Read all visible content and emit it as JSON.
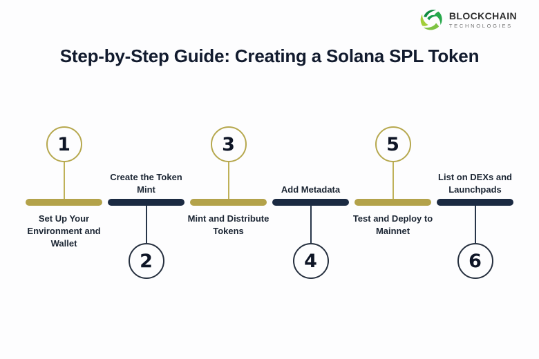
{
  "logo": {
    "name": "BLOCKCHAIN",
    "subname": "TECHNOLOGIES",
    "icon": "green-swirl-globe-icon",
    "icon_colors": [
      "#0e8c3f",
      "#27a84b",
      "#7dc242",
      "#a2ce39"
    ]
  },
  "title": "Step-by-Step Guide: Creating a Solana SPL Token",
  "colors": {
    "background": "#fdfdfe",
    "gold": "#b3a24a",
    "navy": "#1b2a42",
    "title_text": "#121b2e",
    "label_text": "#1b2533",
    "number_text": "#0e1526"
  },
  "steps": [
    {
      "number": "1",
      "label": "Set Up Your Environment and Wallet",
      "circle_position": "top",
      "color": "gold"
    },
    {
      "number": "2",
      "label": "Create the Token Mint",
      "circle_position": "bottom",
      "color": "navy"
    },
    {
      "number": "3",
      "label": "Mint and Distribute Tokens",
      "circle_position": "top",
      "color": "gold"
    },
    {
      "number": "4",
      "label": "Add Metadata",
      "circle_position": "bottom",
      "color": "navy"
    },
    {
      "number": "5",
      "label": "Test and Deploy to Mainnet",
      "circle_position": "top",
      "color": "gold"
    },
    {
      "number": "6",
      "label": "List on DEXs and Launchpads",
      "circle_position": "bottom",
      "color": "navy"
    }
  ]
}
